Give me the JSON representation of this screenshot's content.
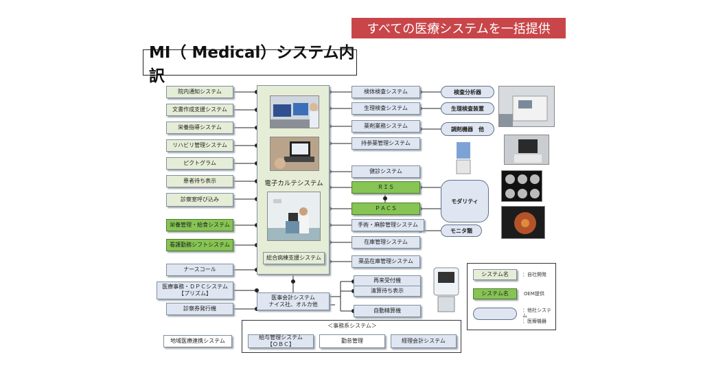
{
  "header": {
    "banner": "すべての医療システムを一括提供",
    "title": "MI（ Medical）システム内訳"
  },
  "center": {
    "label": "電子カルテシステム",
    "sub": "総合病棟支援システム"
  },
  "left": [
    "院内通知システム",
    "文書作成支援システム",
    "栄養指導システム",
    "リハビリ管理システム",
    "ピクトグラム",
    "患者待ち表示",
    "診察室呼び込み",
    "栄養管理・給食システム",
    "看護勤務シフトシステム",
    "ナースコール",
    "医療事務・ＤＰＣシステム\n【プリズム】",
    "診察券発行機"
  ],
  "right": [
    "検体検査システム",
    "生理検査システム",
    "薬剤業務システム",
    "持参薬管理システム",
    "健診システム",
    "ＲＩＳ",
    "ＰＡＣＳ",
    "手術・麻酔管理システム",
    "在庫管理システム",
    "薬品在庫管理システム"
  ],
  "accounting": {
    "label": "医事会計システム\nナイス社、オルカ他"
  },
  "acc_right": [
    "再来受付機",
    "清算待ち表示",
    "自動精算機"
  ],
  "ovals": [
    "検査分析器",
    "生理検査装置",
    "調剤機器　他",
    "モダリティ",
    "モニタ類"
  ],
  "regional": "地域医療連携システム",
  "office": {
    "title": "＜事務系システム＞",
    "items": [
      "給与管理システム\n【ＯＢＣ】",
      "勤怠管理",
      "経理会計システム"
    ]
  },
  "legend": {
    "items": [
      {
        "box": "システム名",
        "note": "：自社開発"
      },
      {
        "box": "システム名",
        "note": "OEM提供"
      },
      {
        "box": "",
        "note": "：他社システム\n：医療機器"
      }
    ]
  },
  "colors": {
    "banner": "#c8464a",
    "green_light": "#e6edd6",
    "green_dark": "#86c453",
    "blue_light": "#dfe6f2"
  }
}
